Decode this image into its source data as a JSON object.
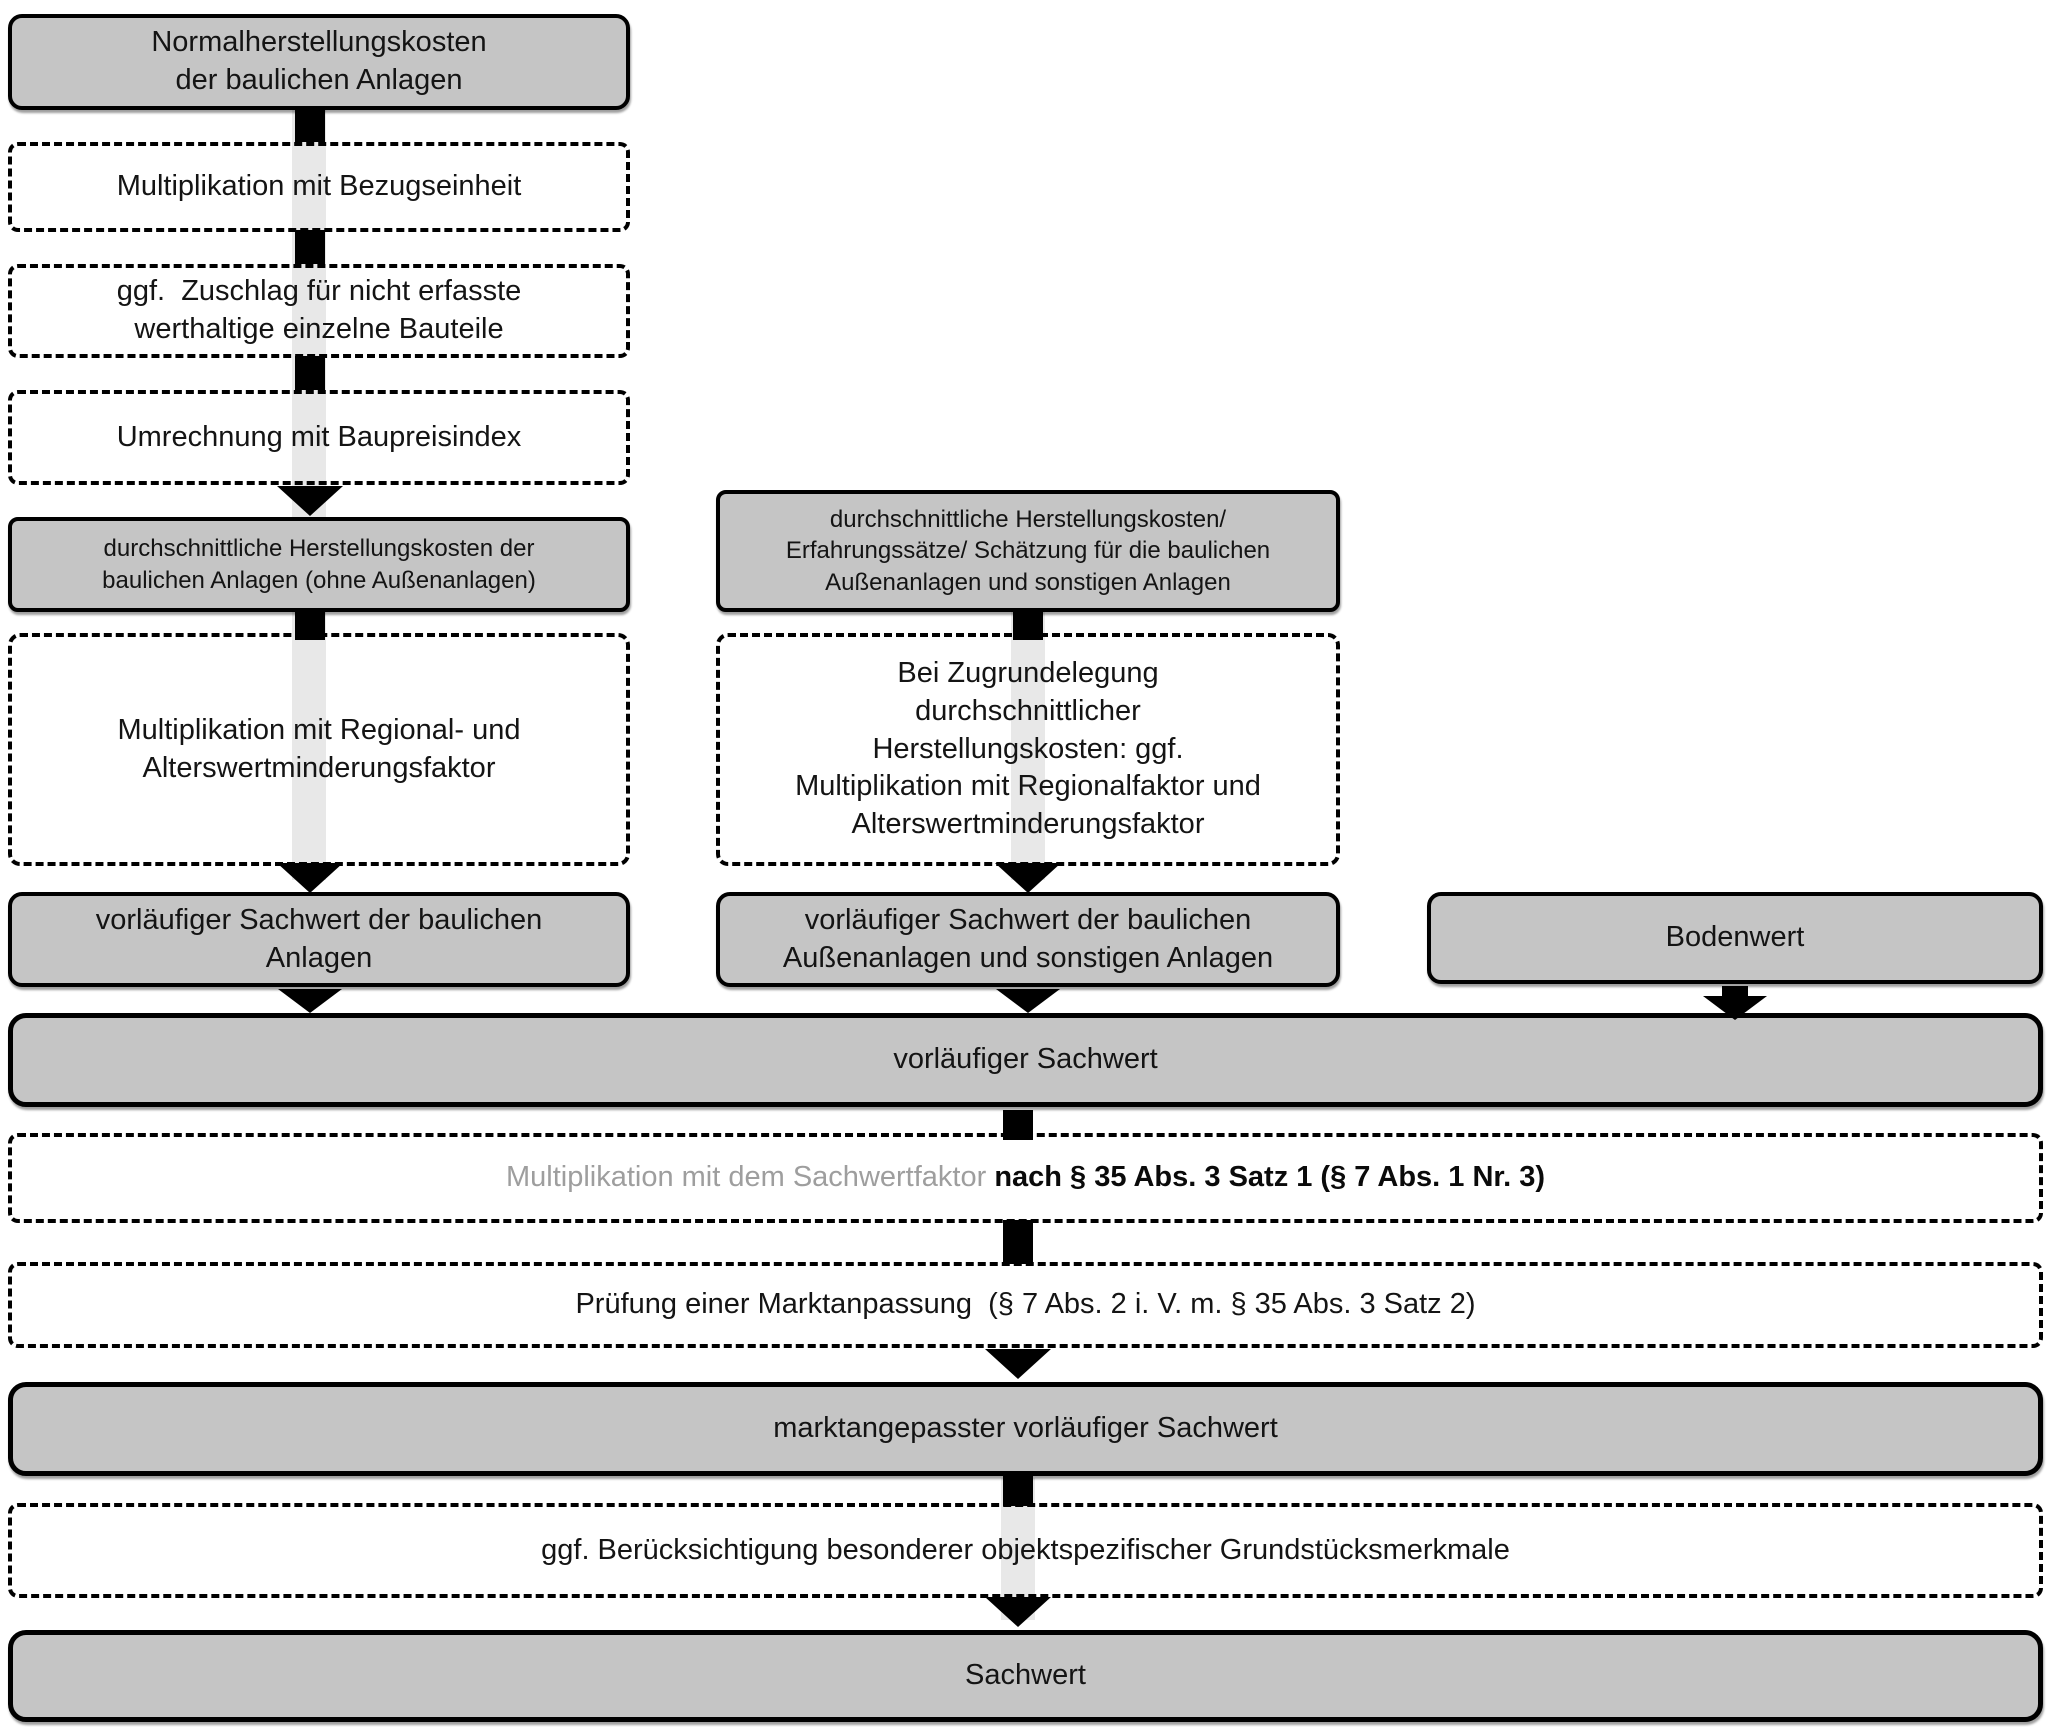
{
  "diagram": {
    "title": "Sachwertverfahren Ablaufschema",
    "colors": {
      "box_fill": "#c5c5c5",
      "flow_band": "#e8e8e8",
      "border": "#000000",
      "muted_text": "#9e9e9e",
      "text": "#141414"
    },
    "left_column": {
      "nhk": "Normalherstellungskosten\nder baulichen Anlagen",
      "bezugseinheit": "Multiplikation mit Bezugseinheit",
      "zuschlag": "ggf.  Zuschlag für nicht erfasste\nwerthaltige einzelne Bauteile",
      "baupreisindex": "Umrechnung mit Baupreisindex",
      "dhk_ohne_aussen": "durchschnittliche Herstellungskosten der\nbaulichen Anlagen (ohne Außenanlagen)",
      "regional_alterswert": "Multiplikation mit Regional- und\nAlterswertminderungsfaktor",
      "vorl_sachwert_baulich": "vorläufiger Sachwert der baulichen\nAnlagen"
    },
    "middle_column": {
      "dhk_aussen": "durchschnittliche Herstellungskosten/\nErfahrungssätze/ Schätzung für die baulichen\nAußenanlagen und sonstigen Anlagen",
      "bei_zugrundelegung": "Bei Zugrundelegung\ndurchschnittlicher\nHerstellungskosten: ggf.\nMultiplikation mit Regionalfaktor und\nAlterswertminderungsfaktor",
      "vorl_sachwert_aussen": "vorläufiger Sachwert der baulichen\nAußenanlagen und sonstigen Anlagen"
    },
    "right_column": {
      "bodenwert": "Bodenwert"
    },
    "bottom_rows": {
      "vorl_sachwert": "vorläufiger Sachwert",
      "sachwertfaktor_gray": "Multiplikation mit dem Sachwertfaktor ",
      "sachwertfaktor_black": "nach § 35 Abs. 3 Satz 1 (§ 7 Abs. 1 Nr. 3)",
      "marktanpassung": "Prüfung einer Marktanpassung  (§ 7 Abs. 2 i. V. m. § 35 Abs. 3 Satz 2)",
      "marktangepasst": "marktangepasster vorläufiger Sachwert",
      "besondere_merkmale": "ggf. Berücksichtigung besonderer objektspezifischer Grundstücksmerkmale",
      "sachwert": "Sachwert"
    }
  }
}
